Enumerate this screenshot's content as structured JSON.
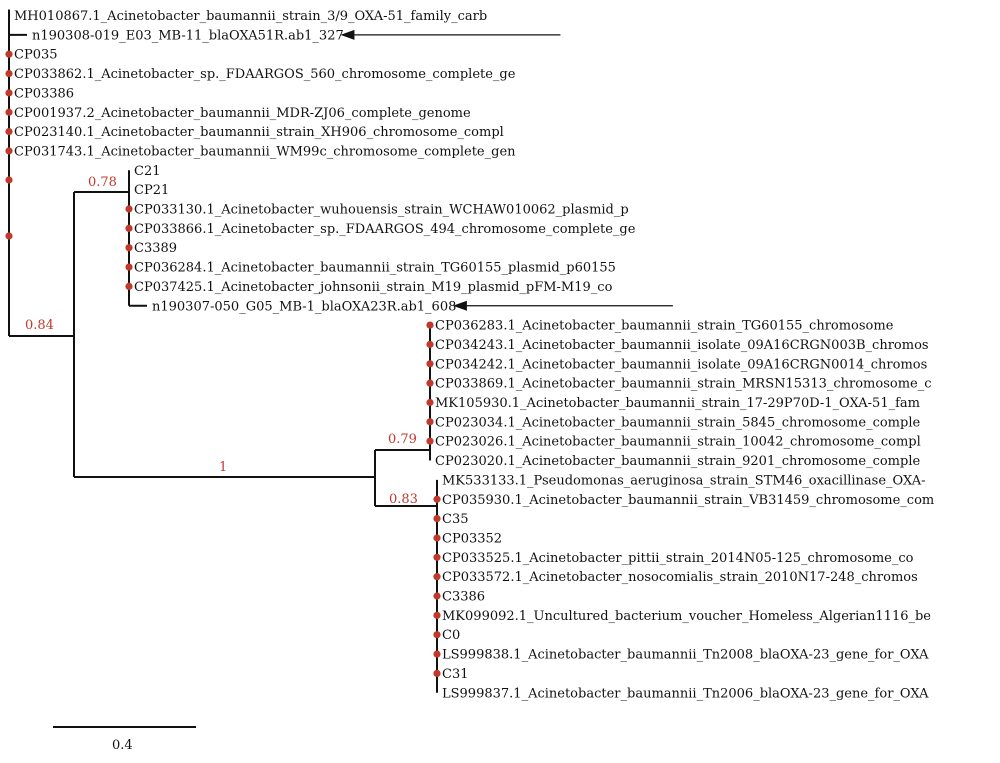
{
  "node_color": "#c0392b",
  "support_color": "#c0392b",
  "scale_bar": {
    "label": "0.4"
  },
  "arrow_icon": "left-arrow-icon",
  "support_values": {
    "n_root": "0.84",
    "n_a": "0.78",
    "n_b": "1",
    "n_c": "0.79",
    "n_d": "0.83"
  },
  "leaves": [
    {
      "label": "MH010867.1_Acinetobacter_baumannii_strain_3/9_OXA-51_family_carb",
      "parent": "root",
      "marker": false,
      "arrow": false
    },
    {
      "label": "n190308-019_E03_MB-11_blaOXA51R.ab1_327",
      "parent": "root",
      "marker": false,
      "arrow": true
    },
    {
      "label": "CP035",
      "parent": "root",
      "marker": true,
      "arrow": false
    },
    {
      "label": "CP033862.1_Acinetobacter_sp._FDAARGOS_560_chromosome_complete_ge",
      "parent": "root",
      "marker": true,
      "arrow": false
    },
    {
      "label": "CP03386",
      "parent": "root",
      "marker": true,
      "arrow": false
    },
    {
      "label": "CP001937.2_Acinetobacter_baumannii_MDR-ZJ06_complete_genome",
      "parent": "root",
      "marker": true,
      "arrow": false
    },
    {
      "label": "CP023140.1_Acinetobacter_baumannii_strain_XH906_chromosome_compl",
      "parent": "root",
      "marker": true,
      "arrow": false
    },
    {
      "label": "CP031743.1_Acinetobacter_baumannii_WM99c_chromosome_complete_gen",
      "parent": "root",
      "marker": true,
      "arrow": false
    },
    {
      "label": "C21",
      "parent": "n_a",
      "marker": false,
      "arrow": false
    },
    {
      "label": "CP21",
      "parent": "n_a",
      "marker": false,
      "arrow": false
    },
    {
      "label": "CP033130.1_Acinetobacter_wuhouensis_strain_WCHAW010062_plasmid_p",
      "parent": "n_a",
      "marker": true,
      "arrow": false
    },
    {
      "label": "CP033866.1_Acinetobacter_sp._FDAARGOS_494_chromosome_complete_ge",
      "parent": "n_a",
      "marker": true,
      "arrow": false
    },
    {
      "label": "C3389",
      "parent": "n_a",
      "marker": true,
      "arrow": false
    },
    {
      "label": "CP036284.1_Acinetobacter_baumannii_strain_TG60155_plasmid_p60155",
      "parent": "n_a",
      "marker": true,
      "arrow": false
    },
    {
      "label": "CP037425.1_Acinetobacter_johnsonii_strain_M19_plasmid_pFM-M19_co",
      "parent": "n_a",
      "marker": true,
      "arrow": false
    },
    {
      "label": "n190307-050_G05_MB-1_blaOXA23R.ab1_608",
      "parent": "n_a",
      "marker": false,
      "arrow": true
    },
    {
      "label": "CP036283.1_Acinetobacter_baumannii_strain_TG60155_chromosome",
      "parent": "n_c",
      "marker": true,
      "arrow": false
    },
    {
      "label": "CP034243.1_Acinetobacter_baumannii_isolate_09A16CRGN003B_chromos",
      "parent": "n_c",
      "marker": true,
      "arrow": false
    },
    {
      "label": "CP034242.1_Acinetobacter_baumannii_isolate_09A16CRGN0014_chromos",
      "parent": "n_c",
      "marker": true,
      "arrow": false
    },
    {
      "label": "CP033869.1_Acinetobacter_baumannii_strain_MRSN15313_chromosome_c",
      "parent": "n_c",
      "marker": true,
      "arrow": false
    },
    {
      "label": "MK105930.1_Acinetobacter_baumannii_strain_17-29P70D-1_OXA-51_fam",
      "parent": "n_c",
      "marker": true,
      "arrow": false
    },
    {
      "label": "CP023034.1_Acinetobacter_baumannii_strain_5845_chromosome_comple",
      "parent": "n_c",
      "marker": true,
      "arrow": false
    },
    {
      "label": "CP023026.1_Acinetobacter_baumannii_strain_10042_chromosome_compl",
      "parent": "n_c",
      "marker": true,
      "arrow": false
    },
    {
      "label": "CP023020.1_Acinetobacter_baumannii_strain_9201_chromosome_comple",
      "parent": "n_c",
      "marker": false,
      "arrow": false
    },
    {
      "label": "MK533133.1_Pseudomonas_aeruginosa_strain_STM46_oxacillinase_OXA-",
      "parent": "n_d",
      "marker": false,
      "arrow": false
    },
    {
      "label": "CP035930.1_Acinetobacter_baumannii_strain_VB31459_chromosome_com",
      "parent": "n_d",
      "marker": true,
      "arrow": false
    },
    {
      "label": "C35",
      "parent": "n_d",
      "marker": true,
      "arrow": false
    },
    {
      "label": "CP03352",
      "parent": "n_d",
      "marker": true,
      "arrow": false
    },
    {
      "label": "CP033525.1_Acinetobacter_pittii_strain_2014N05-125_chromosome_co",
      "parent": "n_d",
      "marker": true,
      "arrow": false
    },
    {
      "label": "CP033572.1_Acinetobacter_nosocomialis_strain_2010N17-248_chromos",
      "parent": "n_d",
      "marker": true,
      "arrow": false
    },
    {
      "label": "C3386",
      "parent": "n_d",
      "marker": true,
      "arrow": false
    },
    {
      "label": "MK099092.1_Uncultured_bacterium_voucher_Homeless_Algerian1116_be",
      "parent": "n_d",
      "marker": true,
      "arrow": false
    },
    {
      "label": "C0",
      "parent": "n_d",
      "marker": true,
      "arrow": false
    },
    {
      "label": "LS999838.1_Acinetobacter_baumannii_Tn2008_blaOXA-23_gene_for_OXA",
      "parent": "n_d",
      "marker": true,
      "arrow": false
    },
    {
      "label": "C31",
      "parent": "n_d",
      "marker": true,
      "arrow": false
    },
    {
      "label": "LS999837.1_Acinetobacter_baumannii_Tn2006_blaOXA-23_gene_for_OXA",
      "parent": "n_d",
      "marker": false,
      "arrow": false
    }
  ]
}
